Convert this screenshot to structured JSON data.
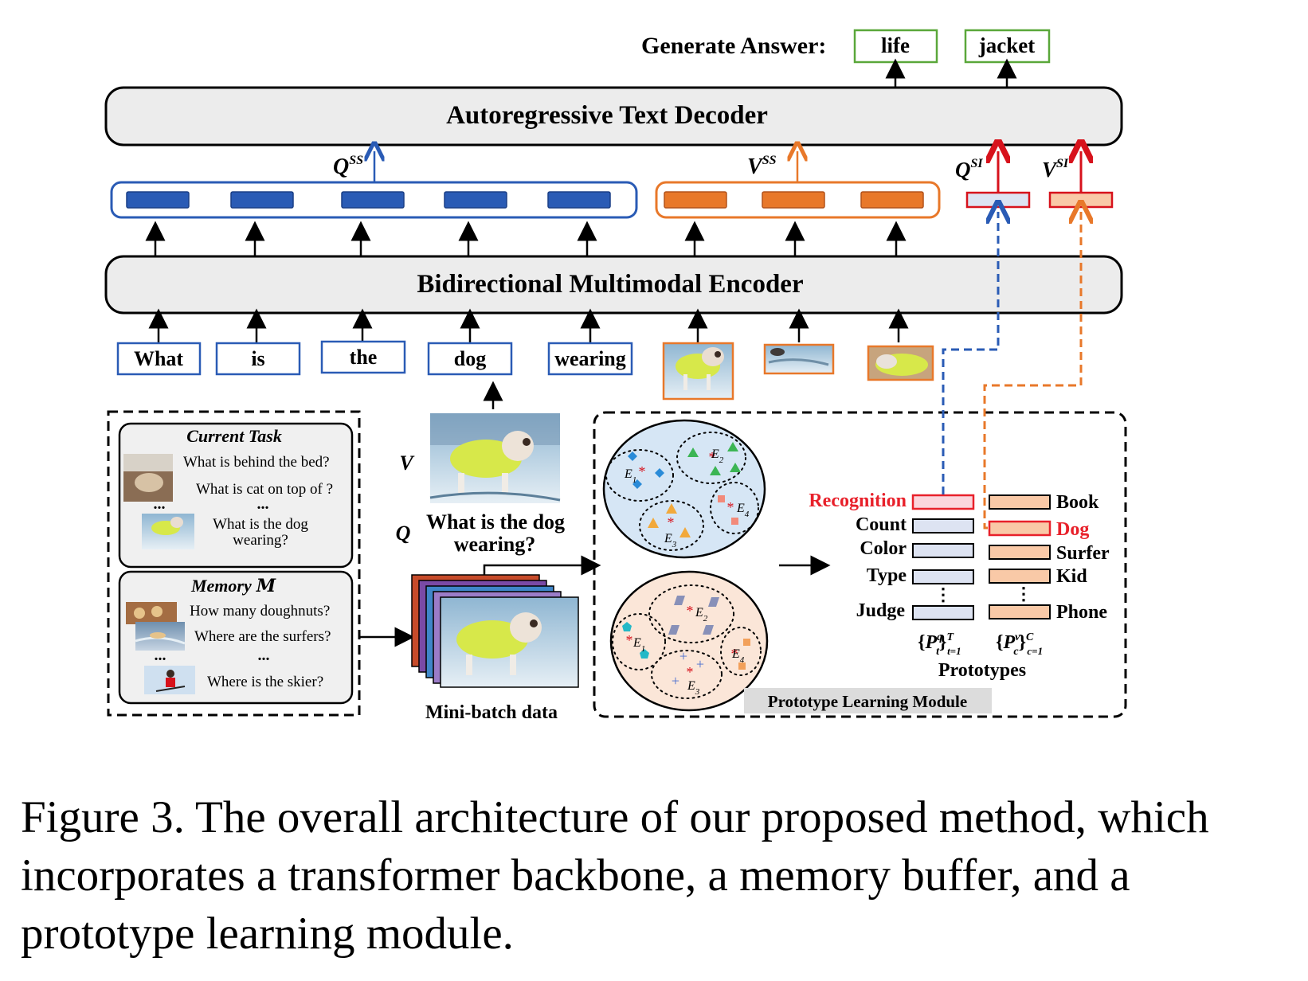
{
  "answer": {
    "label": "Generate Answer:",
    "words": [
      "life",
      "jacket"
    ]
  },
  "decoder": {
    "label": "Autoregressive Text Decoder"
  },
  "encoder": {
    "label": "Bidirectional Multimodal Encoder"
  },
  "outputs": {
    "q_ss": {
      "base": "Q",
      "sup": "SS"
    },
    "v_ss": {
      "base": "V",
      "sup": "SS"
    },
    "q_si": {
      "base": "Q",
      "sup": "SI"
    },
    "v_si": {
      "base": "V",
      "sup": "SI"
    }
  },
  "tokens": [
    "What",
    "is",
    "the",
    "dog",
    "wearing"
  ],
  "input": {
    "v_label": "V",
    "q_label": "Q",
    "question_line1": "What is the dog",
    "question_line2": "wearing?",
    "minibatch_label": "Mini-batch data"
  },
  "current_task": {
    "title": "Current Task",
    "q1": "What is behind the bed?",
    "q2": "What is cat on top of ?",
    "ellipsis": "...",
    "q3_line1": "What is the dog",
    "q3_line2": "wearing?"
  },
  "memory": {
    "title": "Memory",
    "symbol": "M",
    "q1": "How many doughnuts?",
    "q2": "Where are the surfers?",
    "ellipsis": "...",
    "q3": "Where is the skier?"
  },
  "prototypes": {
    "question_types": [
      "Recognition",
      "Count",
      "Color",
      "Type",
      "Judge"
    ],
    "visual_classes": [
      "Book",
      "Dog",
      "Surfer",
      "Kid",
      "Phone"
    ],
    "q_set": {
      "base": "P",
      "sup": "q",
      "sub": "t",
      "range": "T",
      "start": "t=1"
    },
    "v_set": {
      "base": "P",
      "sup": "v",
      "sub": "c",
      "range": "C",
      "start": "c=1"
    },
    "label": "Prototypes",
    "highlight_color": "#e8202a"
  },
  "clusters": {
    "q": [
      "1",
      "2",
      "3",
      "4"
    ],
    "v": [
      "1",
      "2",
      "3",
      "4"
    ],
    "letter": "E"
  },
  "module_label": "Prototype Learning Module",
  "caption": "Figure 3. The overall architecture of our proposed method, which incorporates a transformer backbone, a memory buffer, and a prototype learning module.",
  "colors": {
    "question_blue": "#2a5bb5",
    "visual_orange": "#e8782a",
    "special_red": "#d7121c",
    "answer_green": "#5aa73a",
    "block_fill": "#ececec",
    "q_cluster_fill": "#d6e6f5",
    "v_cluster_fill": "#fbe6d8",
    "q_proto_fill": "#dde3f2",
    "v_proto_fill": "#f9c9a7"
  }
}
